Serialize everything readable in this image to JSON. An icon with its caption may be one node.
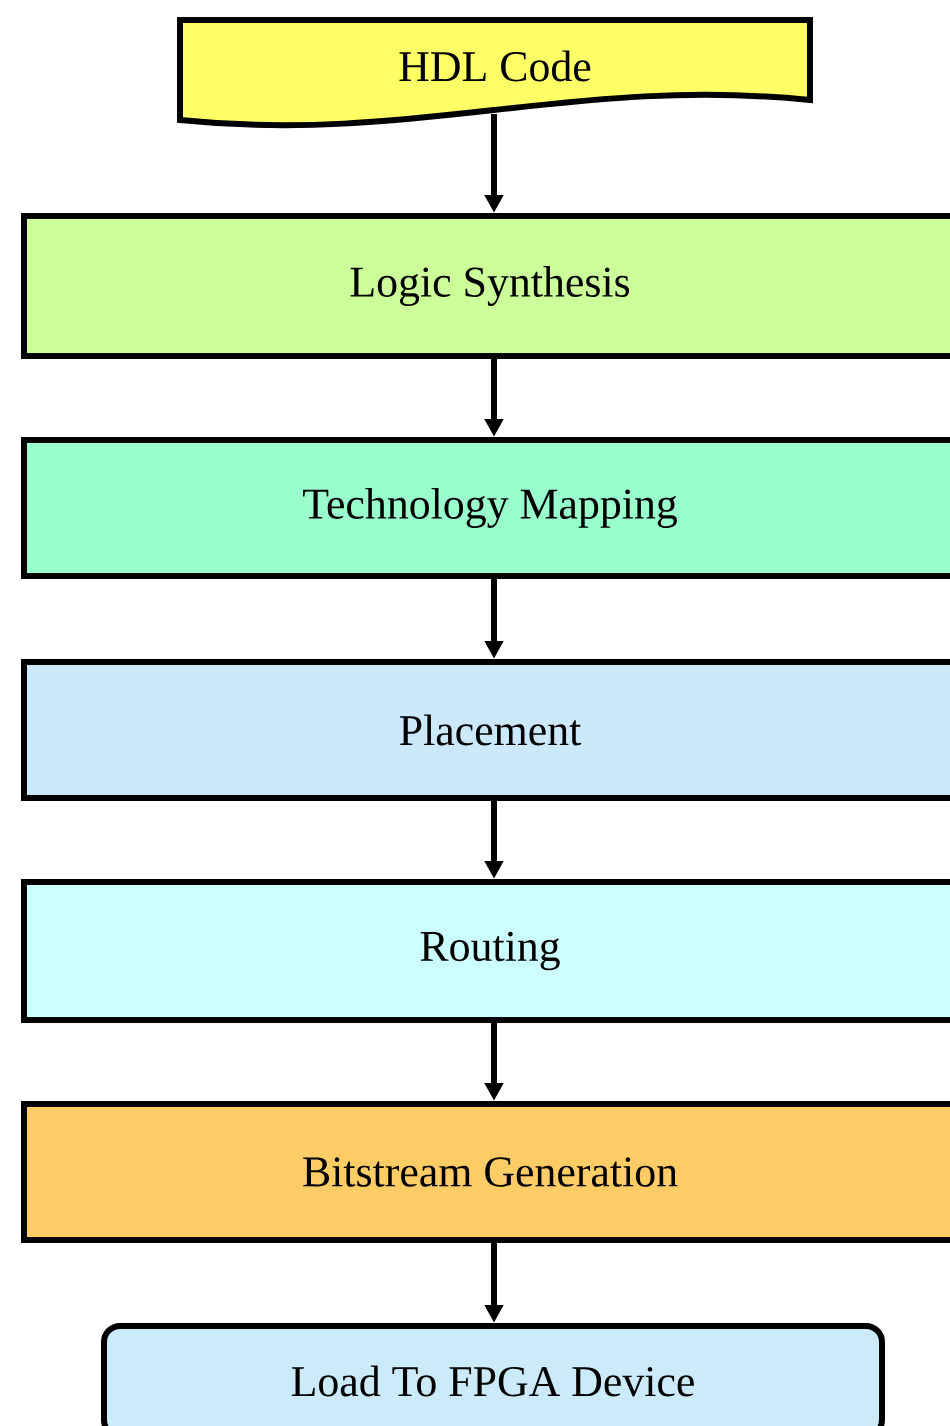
{
  "diagram": {
    "nodes": [
      {
        "text": [
          "HDL Code"
        ]
      },
      {
        "text": [
          "Logic Synthesis"
        ]
      },
      {
        "text": [
          "Technology Mapping"
        ]
      },
      {
        "text": [
          "Placement"
        ]
      },
      {
        "text": [
          "Routing"
        ]
      },
      {
        "text": [
          "Bitstream Generation"
        ]
      },
      {
        "text": [
          "Load To FPGA Device"
        ]
      }
    ],
    "edges": [
      {
        "from": 0,
        "to": 1,
        "arrow": "to"
      },
      {
        "from": 1,
        "to": 2,
        "arrow": "to"
      },
      {
        "from": 2,
        "to": 3,
        "arrow": "to"
      },
      {
        "from": 3,
        "to": 4,
        "arrow": "to"
      },
      {
        "from": 4,
        "to": 5,
        "arrow": "to"
      },
      {
        "from": 5,
        "to": 6,
        "arrow": "to"
      }
    ]
  }
}
